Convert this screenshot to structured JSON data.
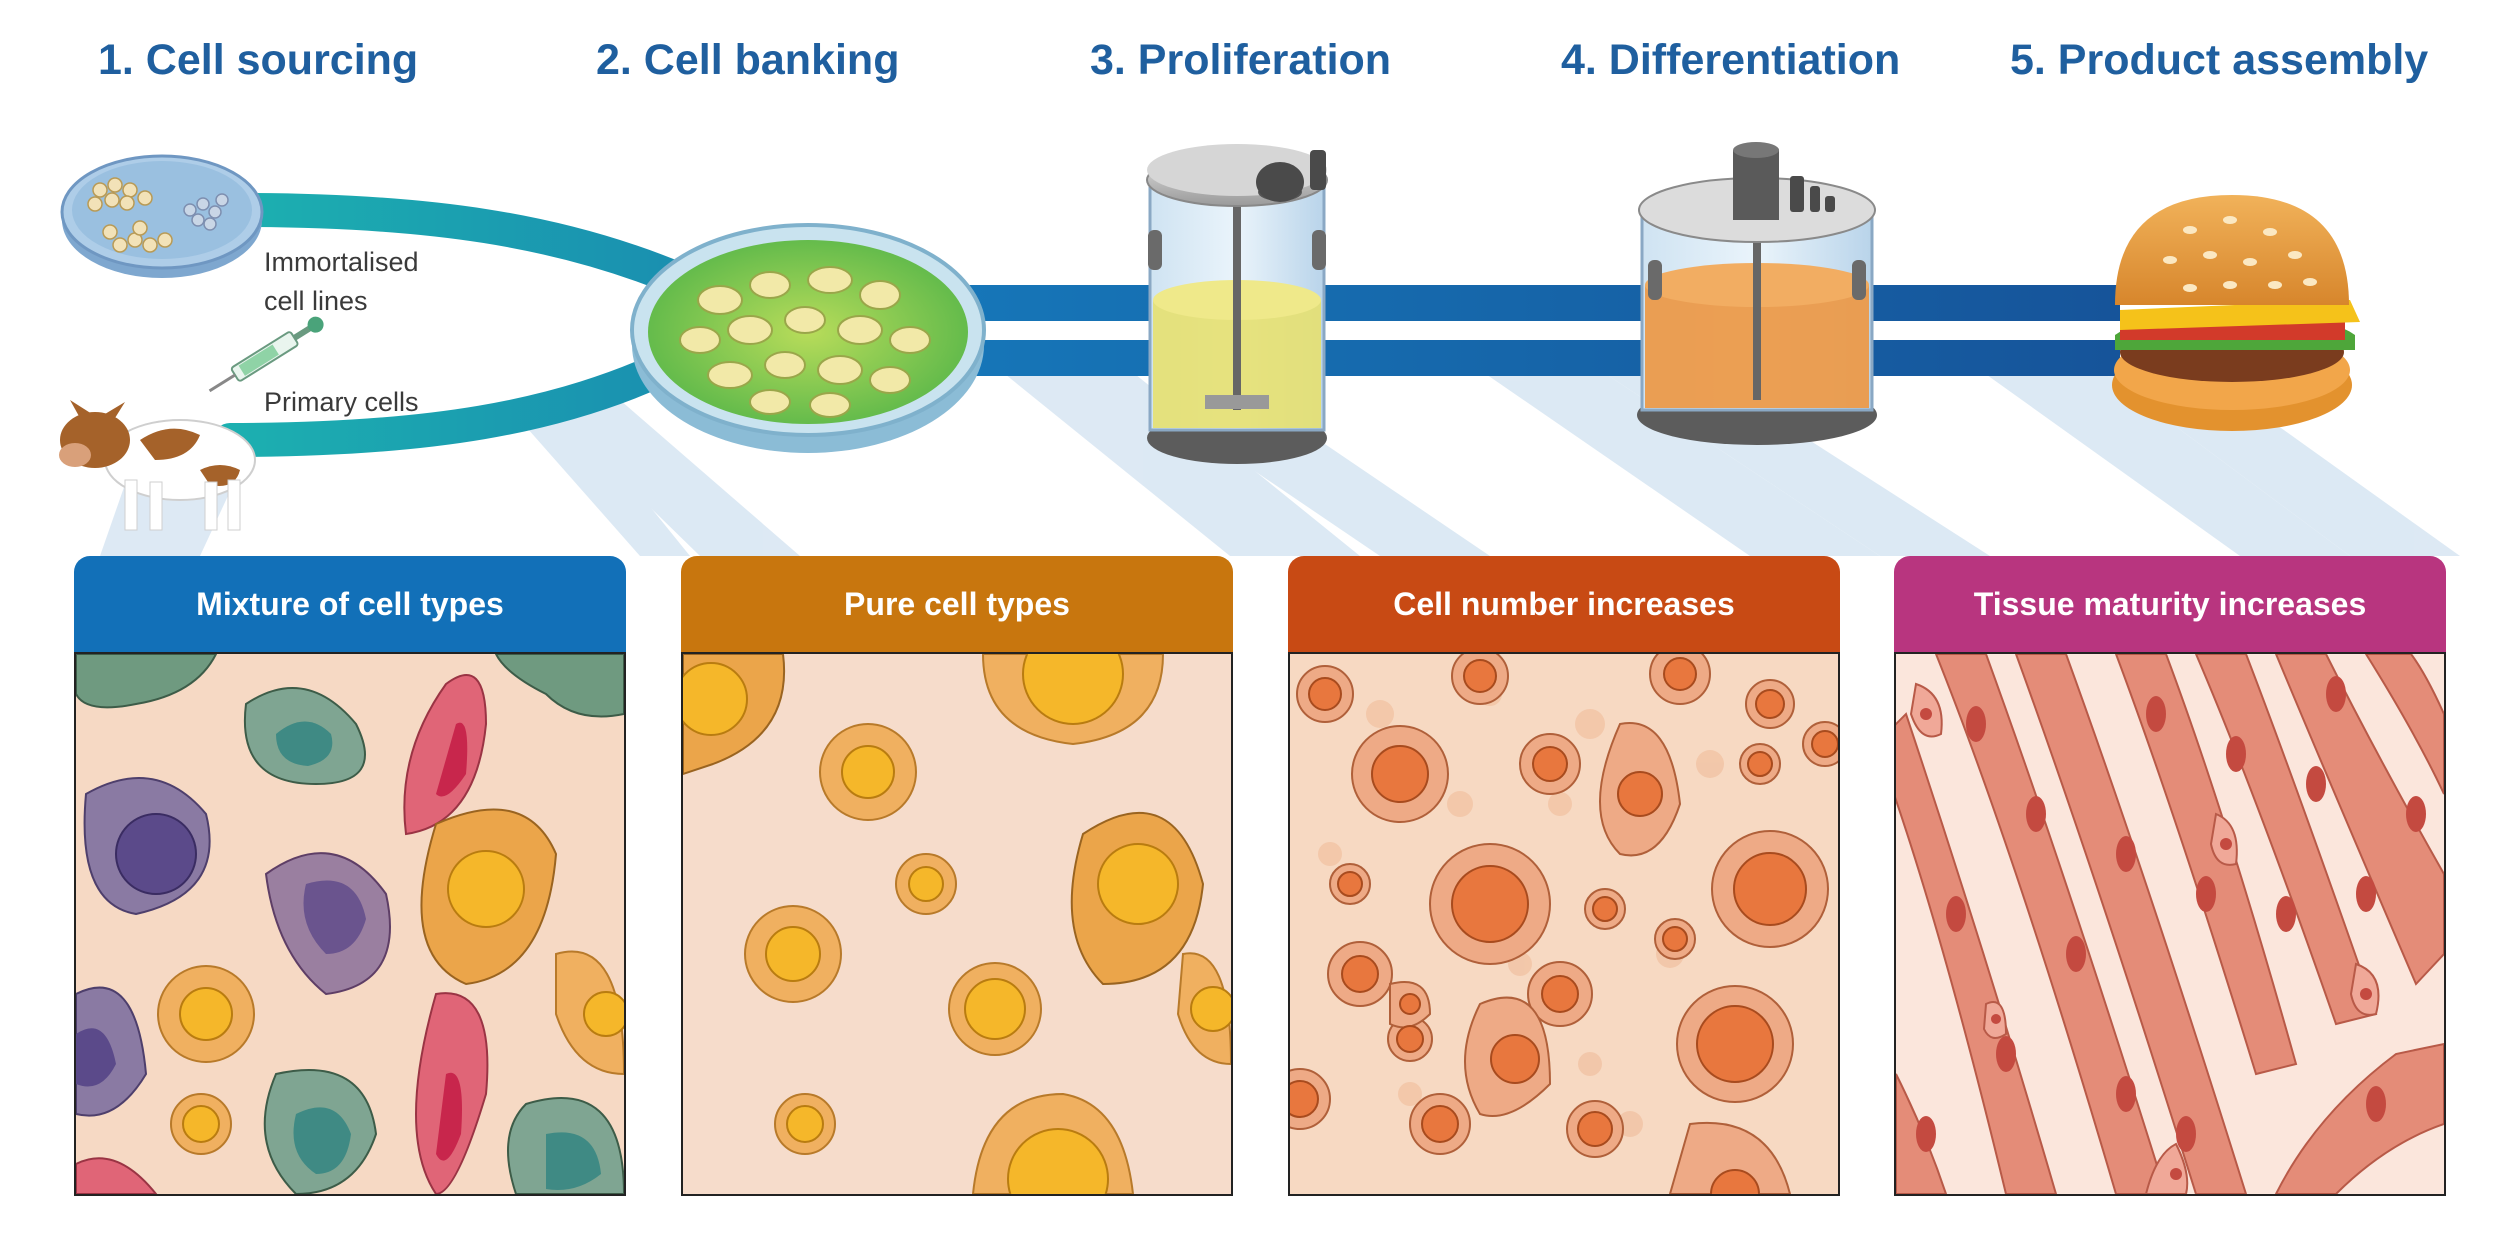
{
  "steps": [
    {
      "label": "1. Cell sourcing"
    },
    {
      "label": "2. Cell banking"
    },
    {
      "label": "3. Proliferation"
    },
    {
      "label": "4. Differentiation"
    },
    {
      "label": "5. Product assembly"
    }
  ],
  "source_labels": {
    "immortalised": [
      "Immortalised",
      "cell lines"
    ],
    "primary": "Primary cells"
  },
  "panels": [
    {
      "title": "Mixture of cell types",
      "color": "#1270b8"
    },
    {
      "title": "Pure cell types",
      "color": "#c8760e"
    },
    {
      "title": "Cell number increases",
      "color": "#c84a14"
    },
    {
      "title": "Tissue maturity increases",
      "color": "#b8357f"
    }
  ],
  "colors": {
    "title": "#1f5f9f",
    "pipe_teal": "#1aa0a8",
    "pipe_blue": "#1d6aaa",
    "beam": "#d9e7f3"
  }
}
